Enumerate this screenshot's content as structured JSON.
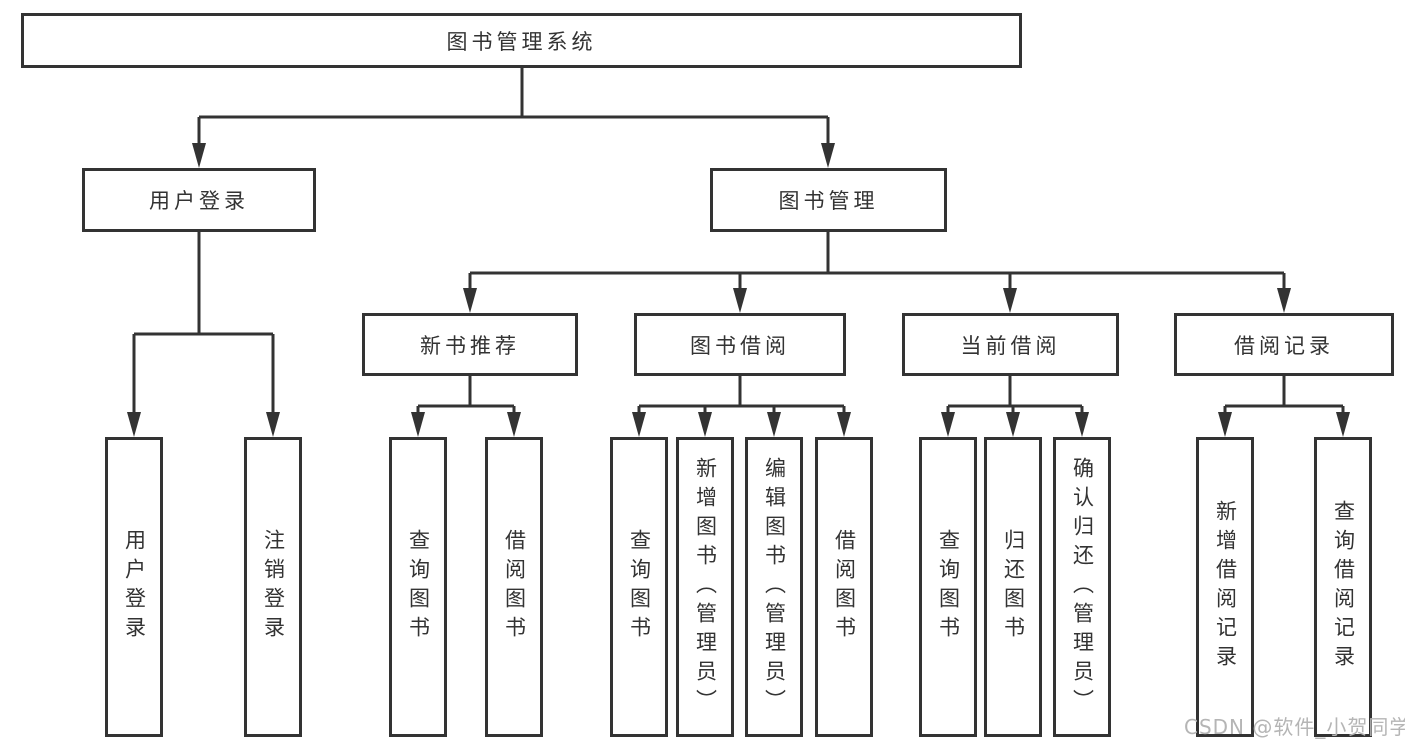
{
  "diagram": {
    "root": {
      "label": "图书管理系统"
    },
    "branches": [
      {
        "label": "用户登录",
        "children": [
          {
            "label": "用户登录"
          },
          {
            "label": "注销登录"
          }
        ]
      },
      {
        "label": "图书管理",
        "children": [
          {
            "label": "新书推荐",
            "children": [
              {
                "label": "查询图书"
              },
              {
                "label": "借阅图书"
              }
            ]
          },
          {
            "label": "图书借阅",
            "children": [
              {
                "label": "查询图书"
              },
              {
                "label": "新增图书（管理员）"
              },
              {
                "label": "编辑图书（管理员）"
              },
              {
                "label": "借阅图书"
              }
            ]
          },
          {
            "label": "当前借阅",
            "children": [
              {
                "label": "查询图书"
              },
              {
                "label": "归还图书"
              },
              {
                "label": "确认归还（管理员）"
              }
            ]
          },
          {
            "label": "借阅记录",
            "children": [
              {
                "label": "新增借阅记录"
              },
              {
                "label": "查询借阅记录"
              }
            ]
          }
        ]
      }
    ]
  },
  "watermark": {
    "text": "CSDN @软件_小贺同学"
  },
  "colors": {
    "line": "#333333",
    "text": "#333333",
    "box_background": "#ffffff",
    "watermark": "#b5b5b5",
    "page_background": "#ffffff"
  }
}
